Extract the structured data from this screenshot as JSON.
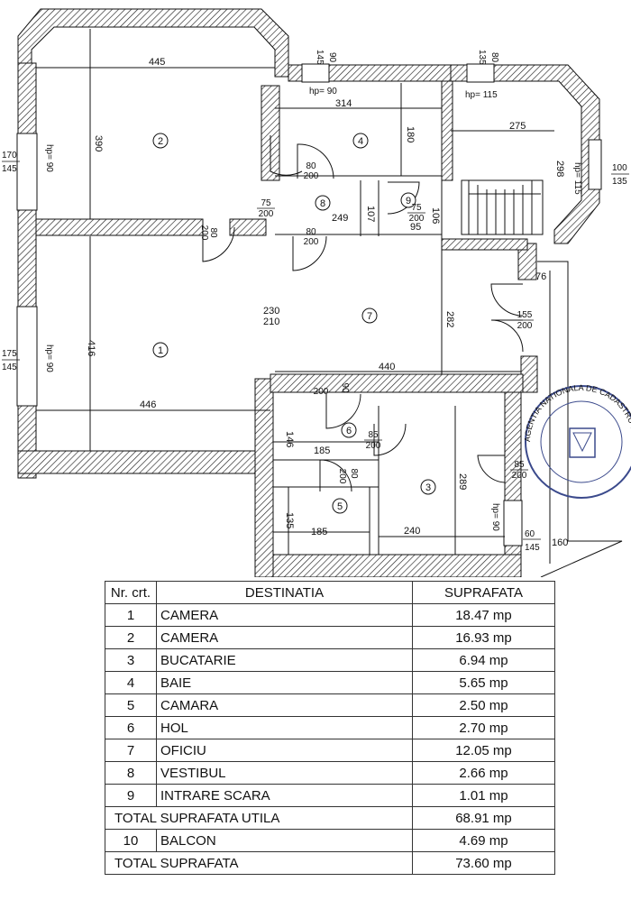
{
  "plan": {
    "dimensions": {
      "d445": "445",
      "d390": "390",
      "d416": "416",
      "d446": "446",
      "d314": "314",
      "d180": "180",
      "d275": "275",
      "d298": "298",
      "d249": "249",
      "d107": "107",
      "d106": "106",
      "d95": "95",
      "d230": "230",
      "d210": "210",
      "d282": "282",
      "d440": "440",
      "d76": "76",
      "d146": "146",
      "d185a": "185",
      "d185b": "185",
      "d135": "135",
      "d289": "289",
      "d240": "240",
      "d160": "160"
    },
    "windows": {
      "w1_a": "90",
      "w1_b": "145",
      "w2_a": "80",
      "w2_b": "135",
      "w3_a": "170",
      "w3_b": "145",
      "w4_a": "100",
      "w4_b": "135",
      "w5_a": "175",
      "w5_b": "145",
      "w6_a": "60",
      "w6_b": "145"
    },
    "sill": {
      "hp90a": "hp= 90",
      "hp115a": "hp= 115",
      "hp90b": "hp= 90",
      "hp115b": "hp= 115",
      "hp90c": "hp= 90",
      "hp90d": "hp= 90"
    },
    "doors": {
      "door_a_1": "80",
      "door_a_2": "200",
      "door_b_1": "75",
      "door_b_2": "200",
      "door_c_1": "80",
      "door_c_2": "200",
      "door_d_1": "80",
      "door_d_2": "200",
      "door_e_1": "75",
      "door_e_2": "200",
      "door_f_1": "155",
      "door_f_2": "200",
      "door_g_1": "90",
      "door_g_2": "200",
      "door_h_1": "85",
      "door_h_2": "200",
      "door_i_1": "80",
      "door_i_2": "200",
      "door_j_1": "85",
      "door_j_2": "200"
    },
    "room_numbers": [
      "1",
      "2",
      "3",
      "4",
      "5",
      "6",
      "7",
      "8",
      "9"
    ],
    "stamp_text": "AGENTIA NATIONALA DE CADASTRU SI PUBLICITATE IMOBILIARA"
  },
  "table": {
    "headers": {
      "nr": "Nr. crt.",
      "dest": "DESTINATIA",
      "area": "SUPRAFATA"
    },
    "rows": [
      {
        "nr": "1",
        "dest": "CAMERA",
        "area": "18.47 mp"
      },
      {
        "nr": "2",
        "dest": "CAMERA",
        "area": "16.93 mp"
      },
      {
        "nr": "3",
        "dest": "BUCATARIE",
        "area": "6.94 mp"
      },
      {
        "nr": "4",
        "dest": "BAIE",
        "area": "5.65 mp"
      },
      {
        "nr": "5",
        "dest": "CAMARA",
        "area": "2.50 mp"
      },
      {
        "nr": "6",
        "dest": "HOL",
        "area": "2.70 mp"
      },
      {
        "nr": "7",
        "dest": "OFICIU",
        "area": "12.05 mp"
      },
      {
        "nr": "8",
        "dest": "VESTIBUL",
        "area": "2.66 mp"
      },
      {
        "nr": "9",
        "dest": "INTRARE SCARA",
        "area": "1.01 mp"
      }
    ],
    "total_utila": {
      "label": "TOTAL SUPRAFATA UTILA",
      "area": "68.91 mp"
    },
    "balcon": {
      "nr": "10",
      "dest": "BALCON",
      "area": "4.69 mp"
    },
    "total": {
      "label": "TOTAL SUPRAFATA",
      "area": "73.60 mp"
    }
  }
}
